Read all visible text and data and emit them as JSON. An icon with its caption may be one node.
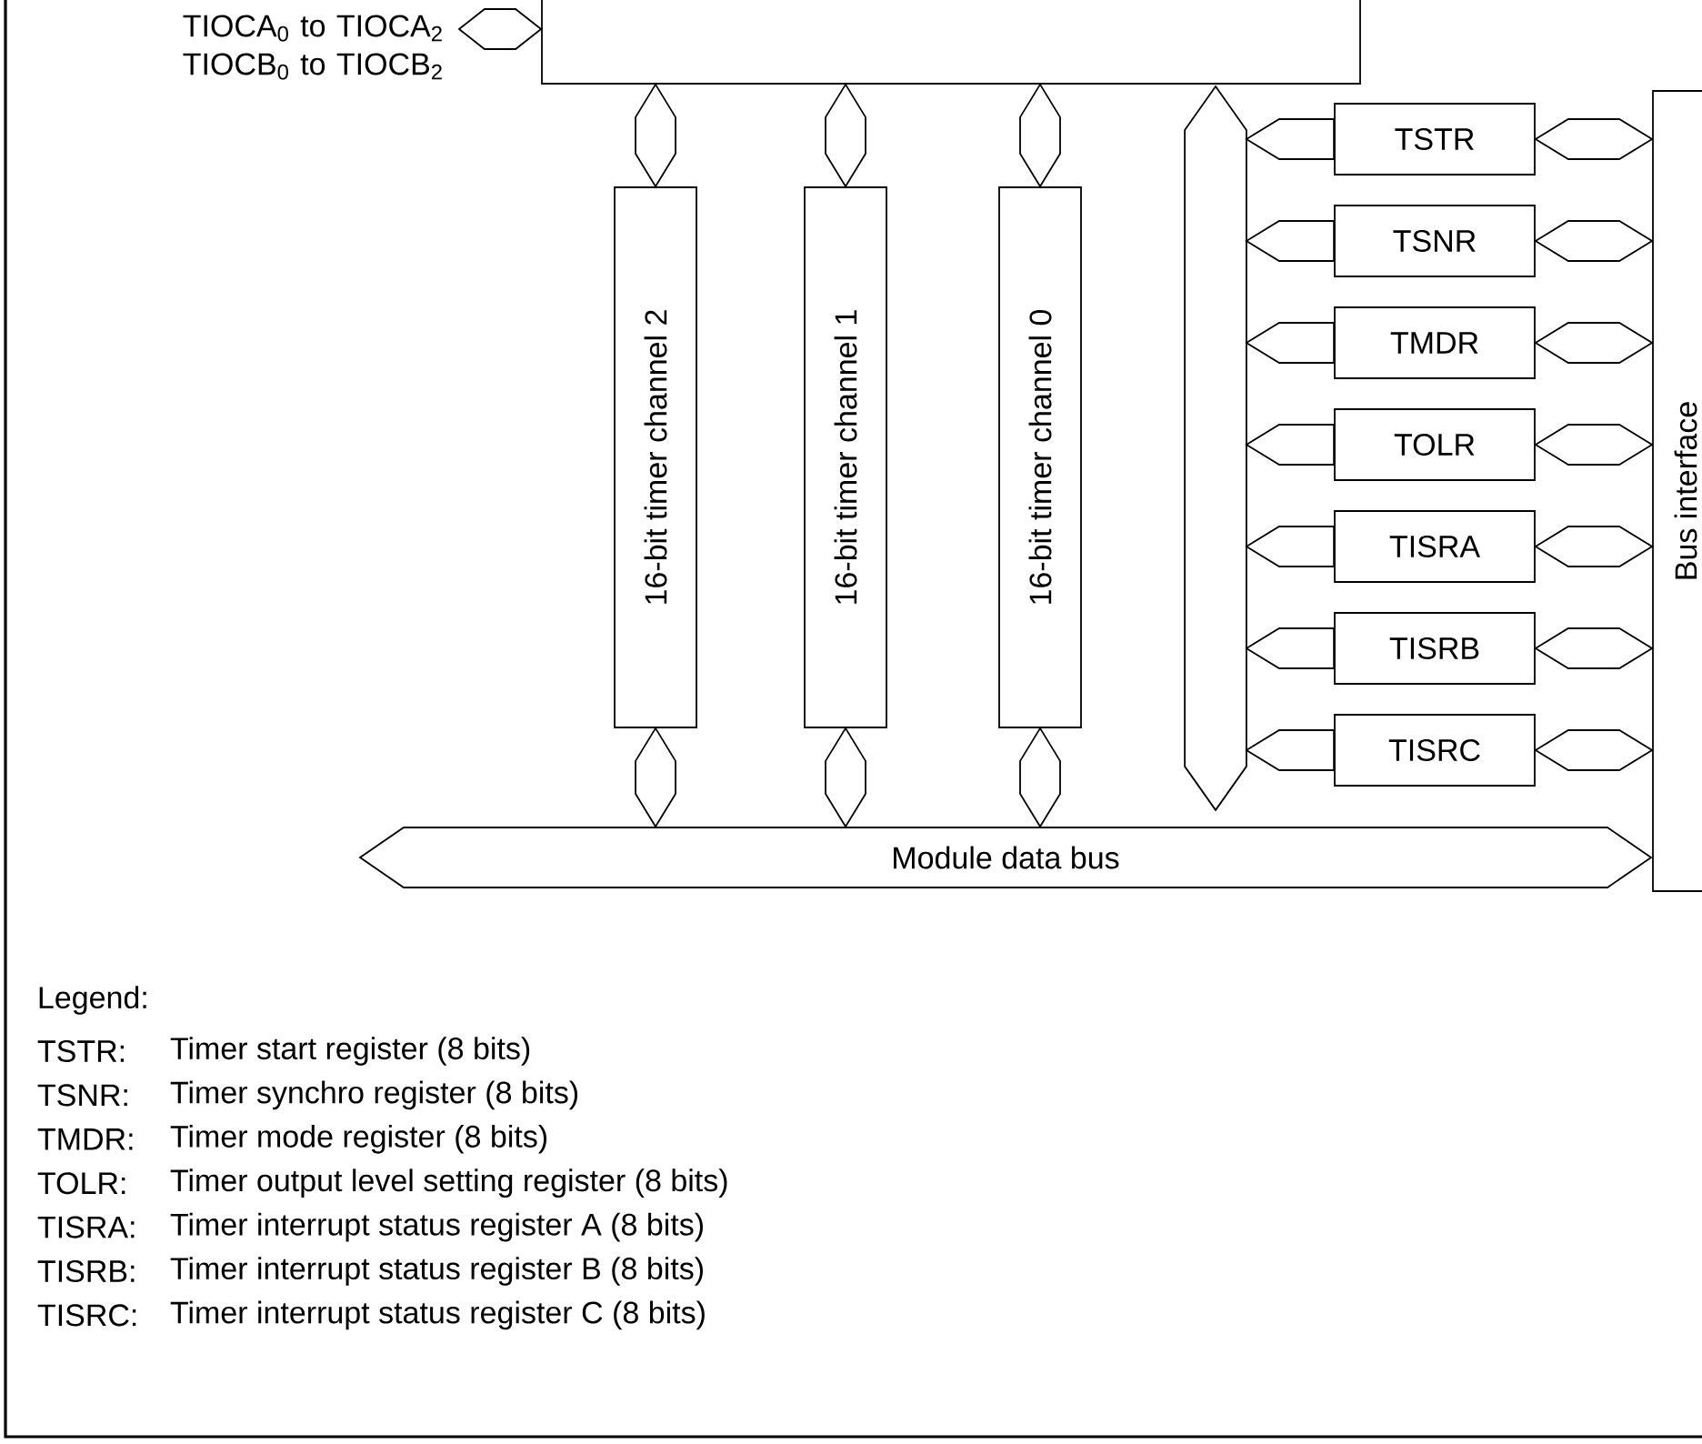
{
  "diagram": {
    "nodes": [
      {
        "text": [],
        "shape": "box"
      },
      {
        "text": [
          "TIOCA$_{0}$ to TIOCA$_{2}$ TIOCB$_{0}$ to TIOCB$_{2}$"
        ]
      },
      {
        "text": [
          "16-bit timer channel 2"
        ]
      },
      {
        "text": [
          "16-bit timer channel 1"
        ]
      },
      {
        "text": [
          "16-bit timer channel 0"
        ]
      },
      {
        "text": [],
        "shape": "bar"
      },
      {
        "text": [
          "TSTR"
        ]
      },
      {
        "text": [
          "TSNR"
        ]
      },
      {
        "text": [
          "TMDR"
        ]
      },
      {
        "text": [
          "TOLR"
        ]
      },
      {
        "text": [
          "TISRA"
        ]
      },
      {
        "text": [
          "TISRB"
        ]
      },
      {
        "text": [
          "TISRC"
        ]
      },
      {
        "text": [
          "Bus interface"
        ]
      },
      {
        "text": [
          "Module data bus"
        ]
      }
    ],
    "edges": [
      {
        "from": 1,
        "to": 0,
        "arrow": "both"
      },
      {
        "from": 0,
        "to": 2,
        "arrow": "both"
      },
      {
        "from": 0,
        "to": 3,
        "arrow": "both"
      },
      {
        "from": 0,
        "to": 4,
        "arrow": "both"
      },
      {
        "from": 2,
        "to": 14,
        "arrow": "both"
      },
      {
        "from": 3,
        "to": 14,
        "arrow": "both"
      },
      {
        "from": 4,
        "to": 14,
        "arrow": "both"
      },
      {
        "from": 6,
        "to": 5,
        "arrow": "to"
      },
      {
        "from": 7,
        "to": 5,
        "arrow": "to"
      },
      {
        "from": 8,
        "to": 5,
        "arrow": "to"
      },
      {
        "from": 9,
        "to": 5,
        "arrow": "to"
      },
      {
        "from": 10,
        "to": 5,
        "arrow": "to"
      },
      {
        "from": 11,
        "to": 5,
        "arrow": "to"
      },
      {
        "from": 12,
        "to": 5,
        "arrow": "to"
      },
      {
        "from": 6,
        "to": 13,
        "arrow": "both"
      },
      {
        "from": 7,
        "to": 13,
        "arrow": "both"
      },
      {
        "from": 8,
        "to": 13,
        "arrow": "both"
      },
      {
        "from": 9,
        "to": 13,
        "arrow": "both"
      },
      {
        "from": 10,
        "to": 13,
        "arrow": "both"
      },
      {
        "from": 11,
        "to": 13,
        "arrow": "both"
      },
      {
        "from": 12,
        "to": 13,
        "arrow": "both"
      }
    ],
    "labels": [
      "Legend:",
      "TSTR:",
      "Timer start register (8 bits)",
      "TSNR:",
      "Timer synchro register (8 bits)",
      "TMDR:",
      "Timer mode register (8 bits)",
      "TOLR:",
      "Timer output level setting register (8 bits)",
      "TISRA:",
      "Timer interrupt status register A (8 bits)",
      "TISRB:",
      "Timer interrupt status register B (8 bits)",
      "TISRC:",
      "Timer interrupt status register C (8 bits)"
    ]
  }
}
